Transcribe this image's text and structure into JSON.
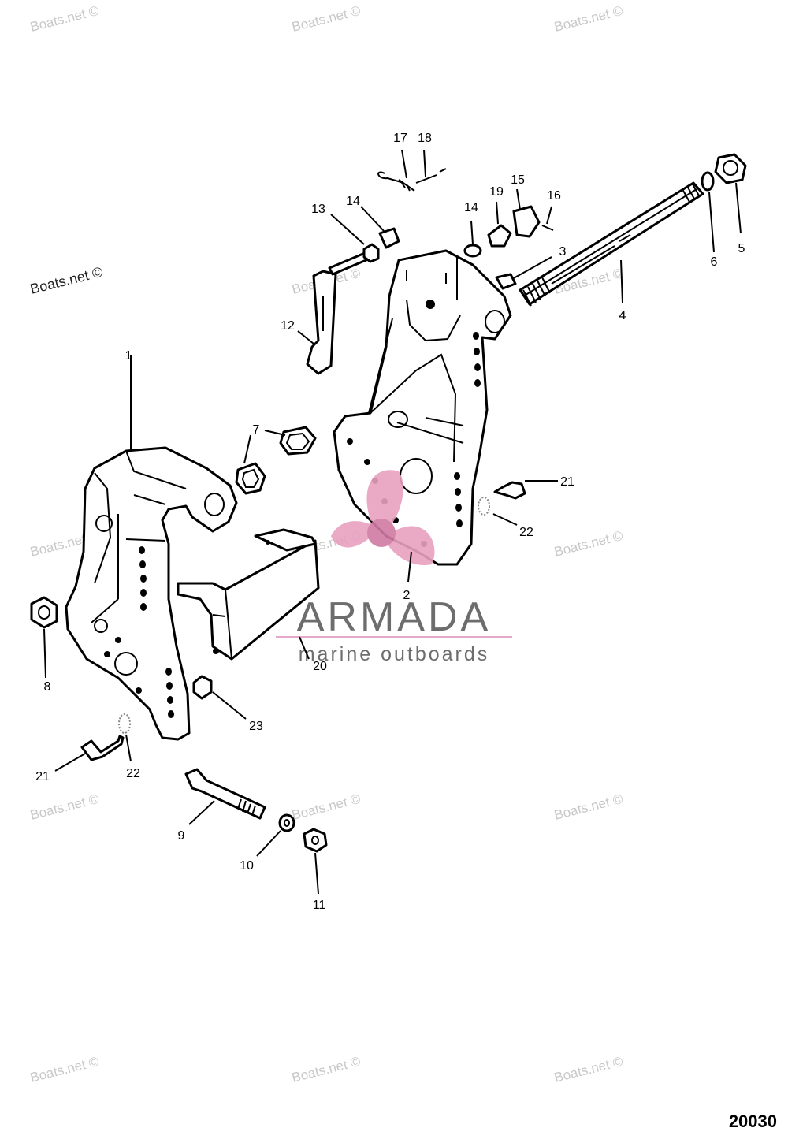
{
  "watermark": {
    "text": "Boats.net ©"
  },
  "brand": {
    "name": "ARMADA",
    "tagline": "marine outboards",
    "colors": {
      "logo": "#e8a0bf",
      "logo_dark": "#d07aa3",
      "text": "#6d6d6d",
      "rule": "#e6a8c8"
    }
  },
  "figure_number": "20030",
  "callouts": [
    "1",
    "2",
    "3",
    "4",
    "5",
    "6",
    "7",
    "8",
    "9",
    "10",
    "11",
    "12",
    "13",
    "14",
    "14",
    "15",
    "16",
    "17",
    "18",
    "19",
    "20",
    "21",
    "21",
    "22",
    "22",
    "23"
  ]
}
